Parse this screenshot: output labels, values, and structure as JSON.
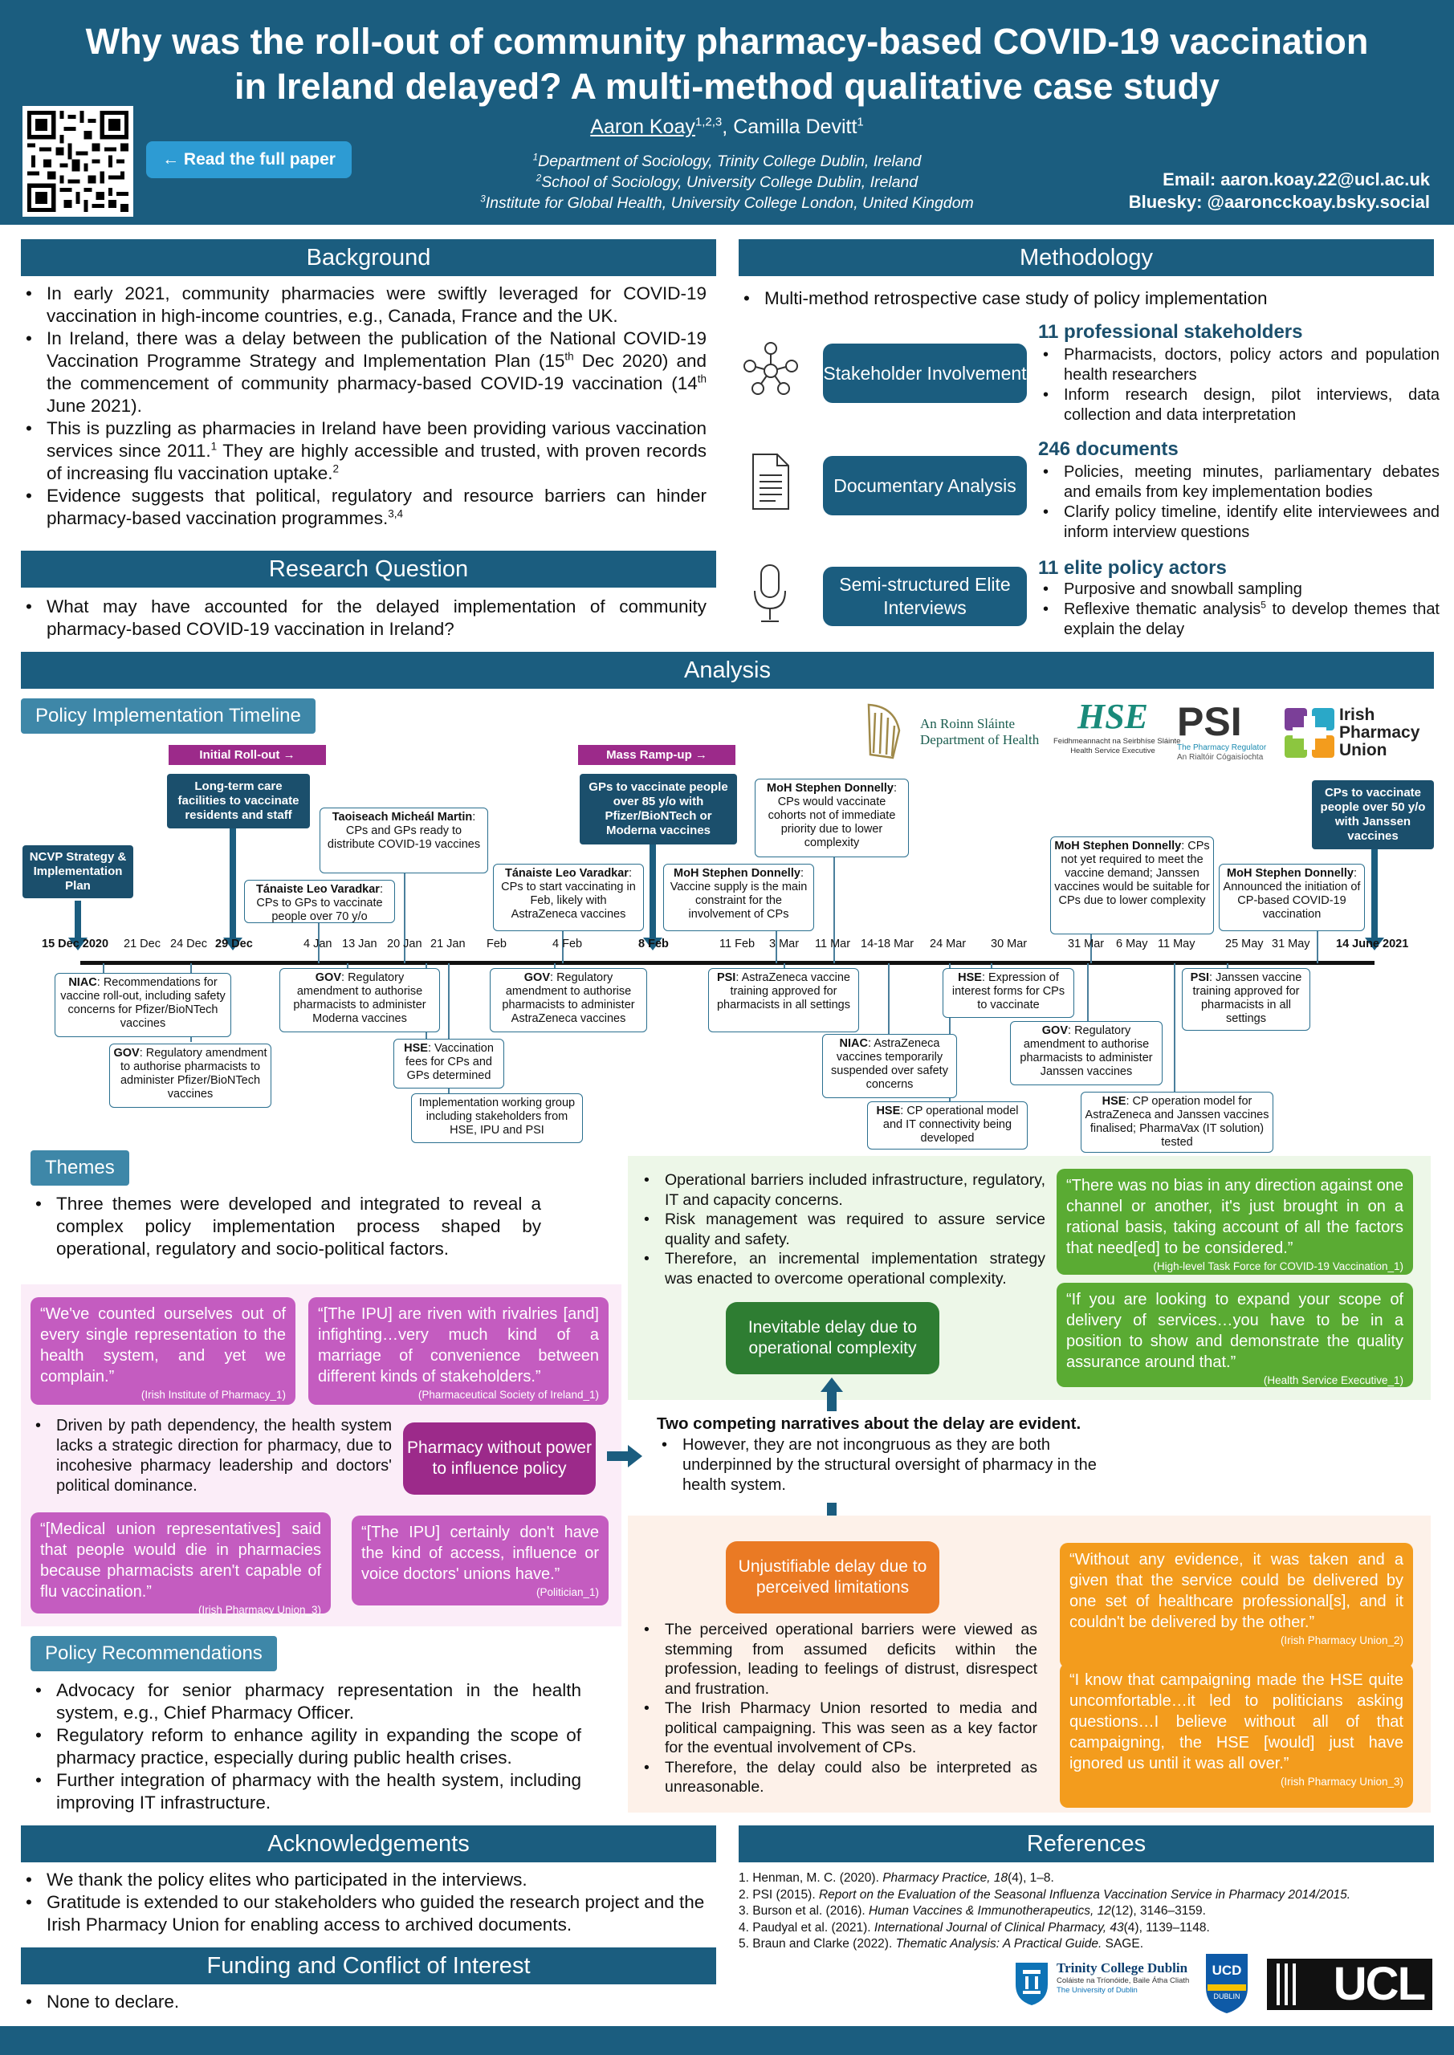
{
  "header": {
    "title_line1": "Why was the roll-out of community pharmacy-based COVID-19 vaccination",
    "title_line2": "in Ireland delayed? A multi-method qualitative case study",
    "read_button": "← Read the full paper",
    "author1": "Aaron Koay",
    "author1_sup": "1,2,3",
    "author2": "Camilla Devitt",
    "author2_sup": "1",
    "affil1": "Department of Sociology, Trinity College Dublin, Ireland",
    "affil2": "School of Sociology, University College Dublin, Ireland",
    "affil3": "Institute for Global Health, University College London, United Kingdom",
    "email": "Email: aaron.koay.22@ucl.ac.uk",
    "bluesky": "Bluesky: @aaroncckoay.bsky.social"
  },
  "background": {
    "heading": "Background",
    "b1": "In early 2021, community pharmacies were swiftly leveraged for COVID-19 vaccination in high-income countries, e.g., Canada, France and the UK.",
    "b2a": "In Ireland, there was a delay between the publication of the National COVID-19 Vaccination Programme Strategy and Implementation Plan (15",
    "b2b": " Dec 2020) and the commencement of community pharmacy-based COVID-19 vaccination (14",
    "b2c": " June 2021).",
    "th": "th",
    "b3a": "This is puzzling as pharmacies in Ireland have been providing various vaccination services since 2011.",
    "b3b": " They are highly accessible and trusted, with proven records of increasing flu vaccination uptake.",
    "s1": "1",
    "s2": "2",
    "b4": "Evidence suggests that political, regulatory and resource barriers can hinder pharmacy-based vaccination programmes.",
    "s34": "3,4"
  },
  "research_question": {
    "heading": "Research Question",
    "q": "What may have accounted for the delayed implementation of community pharmacy-based COVID-19 vaccination in Ireland?"
  },
  "methodology": {
    "heading": "Methodology",
    "intro": "Multi-method retrospective case study of policy implementation",
    "m1_pill": "Stakeholder Involvement",
    "m1_head": "11 professional stakeholders",
    "m1_b1": "Pharmacists, doctors, policy actors and population health researchers",
    "m1_b2": "Inform research design, pilot interviews, data collection and data interpretation",
    "m2_pill": "Documentary Analysis",
    "m2_head": "246 documents",
    "m2_b1": "Policies, meeting minutes, parliamentary debates and emails from key implementation bodies",
    "m2_b2": "Clarify policy timeline, identify elite interviewees and inform interview questions",
    "m3_pill": "Semi-structured Elite Interviews",
    "m3_head": "11 elite policy actors",
    "m3_b1": "Purposive and snowball sampling",
    "m3_b2a": "Reflexive thematic analysis",
    "m3_sup": "5",
    "m3_b2b": " to develop themes that explain the delay"
  },
  "analysis": {
    "heading": "Analysis",
    "timeline_tab": "Policy Implementation Timeline",
    "tag_initial": "Initial Roll-out →",
    "tag_mass": "Mass Ramp-up →",
    "logos": {
      "doh_line1": "An Roinn Sláinte",
      "doh_line2": "Department of Health",
      "hse_sub1": "Feidhmeannacht na Seirbhíse Sláinte",
      "hse_sub2": "Health Service Executive",
      "psi": "PSI",
      "psi_sub1": "The Pharmacy Regulator",
      "psi_sub2": "An Rialtóir Cógaisíochta",
      "ipu1": "Irish",
      "ipu2": "Pharmacy",
      "ipu3": "Union"
    },
    "dates": {
      "d1": "15 Dec 2020",
      "d2": "21 Dec",
      "d3": "24 Dec",
      "d4": "29 Dec",
      "d5": "4 Jan",
      "d6": "13 Jan",
      "d7": "20 Jan",
      "d8": "21 Jan",
      "d9": "Feb",
      "d10": "4 Feb",
      "d11": "8 Feb",
      "d12": "11 Feb",
      "d13": "3 Mar",
      "d14": "11 Mar",
      "d15": "14-18 Mar",
      "d16": "24 Mar",
      "d17": "30 Mar",
      "d18": "31 Mar",
      "d19": "6 May",
      "d20": "11 May",
      "d21": "25 May",
      "d22": "31 May",
      "d23": "14 June 2021"
    },
    "above": {
      "ncvp": "NCVP Strategy & Implementation Plan",
      "ltc": "Long-term care facilities to vaccinate residents and staff",
      "tv1_who": "Tánaiste Leo Varadkar",
      "tv1": ": CPs to GPs to vaccinate people over 70 y/o",
      "tm_who": "Taoiseach Micheál Martin",
      "tm": ": CPs and GPs ready to distribute COVID-19 vaccines",
      "tv2_who": "Tánaiste Leo Varadkar",
      "tv2": ": CPs to start vaccinating in Feb, likely with AstraZeneca vaccines",
      "gp85": "GPs to vaccinate people over 85 y/o with Pfizer/BioNTech or Moderna vaccines",
      "md1_who": "MoH Stephen Donnelly",
      "md1": ": Vaccine supply is the main constraint for the involvement of CPs",
      "md2_who": "MoH Stephen Donnelly",
      "md2": ": CPs would vaccinate cohorts not of immediate priority due to lower complexity",
      "md3_who": "MoH Stephen Donnelly",
      "md3": ": CPs not yet required to meet the vaccine demand; Janssen vaccines would be suitable for CPs due to lower complexity",
      "md4_who": "MoH Stephen Donnelly",
      "md4": ": Announced the initiation of CP-based COVID-19 vaccination",
      "cp50": "CPs to vaccinate people over 50 y/o with Janssen vaccines"
    },
    "below": {
      "niac1_who": "NIAC",
      "niac1": ": Recommendations for vaccine roll-out, including safety concerns for Pfizer/BioNTech vaccines",
      "gov1_who": "GOV",
      "gov1": ": Regulatory amendment to authorise pharmacists to administer Pfizer/BioNTech vaccines",
      "gov2_who": "GOV",
      "gov2": ": Regulatory amendment to authorise pharmacists to administer Moderna vaccines",
      "hse1_who": "HSE",
      "hse1": ": Vaccination fees for CPs and GPs determined",
      "iwg": "Implementation working group including stakeholders from HSE, IPU and PSI",
      "gov3_who": "GOV",
      "gov3": ": Regulatory amendment to authorise pharmacists to administer AstraZeneca vaccines",
      "psi1_who": "PSI",
      "psi1": ": AstraZeneca vaccine training approved for pharmacists in all settings",
      "niac2_who": "NIAC",
      "niac2": ": AstraZeneca vaccines temporarily suspended over safety concerns",
      "hse2_who": "HSE",
      "hse2": ": CP operational model and IT connectivity being developed",
      "hse3_who": "HSE",
      "hse3": ": Expression of interest forms for CPs to vaccinate",
      "gov4_who": "GOV",
      "gov4": ": Regulatory amendment to authorise pharmacists to administer Janssen vaccines",
      "hse4_who": "HSE",
      "hse4": ": CP operation model for AstraZeneca and Janssen vaccines finalised; PharmaVax (IT solution) tested",
      "psi2_who": "PSI",
      "psi2": ": Janssen vaccine training approved for pharmacists in all settings"
    }
  },
  "themes": {
    "tab": "Themes",
    "intro": "Three themes were developed and integrated to reveal a complex policy implementation process shaped by operational, regulatory and socio-political factors.",
    "op_b1": "Operational barriers included infrastructure, regulatory, IT and capacity concerns.",
    "op_b2": "Risk management was required to assure service quality and safety.",
    "op_b3": "Therefore, an incremental implementation strategy was enacted to overcome operational complexity.",
    "op_pill": "Inevitable delay due to operational complexity",
    "gq1": "“There was no bias in any direction against one channel or another, it's just brought in on a rational basis, taking account of all the factors that need[ed] to be considered.”",
    "gq1_src": "(High-level Task Force for COVID-19 Vaccination_1)",
    "gq2": "“If you are looking to expand your scope of delivery of services…you have to be in a position to show and demonstrate the quality assurance around that.”",
    "gq2_src": "(Health Service Executive_1)",
    "pq1": "“We've counted ourselves out of every single representation to the health system, and yet we complain.”",
    "pq1_src": "(Irish Institute of Pharmacy_1)",
    "pq2": "“[The IPU] are riven with rivalries [and] infighting…very much kind of a marriage of convenience between different kinds of stakeholders.”",
    "pq2_src": "(Pharmaceutical Society of Ireland_1)",
    "pd_text": "Driven by path dependency, the health system lacks a strategic direction for pharmacy, due to incohesive pharmacy leadership and doctors' political dominance.",
    "pd_pill": "Pharmacy without power to influence policy",
    "pq3": "“[Medical union representatives] said that people would die in pharmacies because pharmacists aren't capable of flu vaccination.”",
    "pq3_src": "(Irish Pharmacy Union_3)",
    "pq4": "“[The IPU] certainly don't have the kind of access, influence or voice doctors' unions have.”",
    "pq4_src": "(Politician_1)",
    "narr_head": "Two competing narratives about the delay are evident.",
    "narr_b1": "However, they are not incongruous as they are both underpinned by the structural oversight of pharmacy in the health system.",
    "un_pill": "Unjustifiable delay due to perceived limitations",
    "un_b1": "The perceived operational barriers were viewed as stemming from assumed deficits within the profession, leading to feelings of distrust, disrespect and frustration.",
    "un_b2": "The Irish Pharmacy Union resorted to media and political campaigning. This was seen as a key factor for the eventual involvement of CPs.",
    "un_b3": "Therefore, the delay could also be interpreted as unreasonable.",
    "oq1": "“Without any evidence, it was taken and a given that the service could be delivered by one set of healthcare professional[s], and it couldn't be delivered by the other.”",
    "oq1_src": "(Irish Pharmacy Union_2)",
    "oq2": "“I know that campaigning made the HSE quite uncomfortable…it led to politicians asking questions…I believe without all of that campaigning, the HSE [would] just have ignored us until it was all over.”",
    "oq2_src": "(Irish Pharmacy Union_3)"
  },
  "policy_recommendations": {
    "tab": "Policy Recommendations",
    "r1": "Advocacy for senior pharmacy representation in the health system, e.g., Chief Pharmacy Officer.",
    "r2": "Regulatory reform to enhance agility in expanding the scope of pharmacy practice, especially during public health crises.",
    "r3": "Further integration of pharmacy with the health system, including improving IT infrastructure."
  },
  "acknowledgements": {
    "heading": "Acknowledgements",
    "a1": "We thank the policy elites who participated in the interviews.",
    "a2": "Gratitude is extended to our stakeholders who guided the research project and the Irish Pharmacy Union for enabling access to archived documents."
  },
  "funding": {
    "heading": "Funding and Conflict of Interest",
    "f1": "None to declare."
  },
  "references": {
    "heading": "References",
    "r1a": "1. Henman, M. C. (2020). ",
    "r1b": "Pharmacy Practice, 18",
    "r1c": "(4), 1–8.",
    "r2a": "2. PSI (2015). ",
    "r2b": "Report on the Evaluation of the Seasonal Influenza Vaccination Service in Pharmacy 2014/2015.",
    "r3a": "3. Burson et al. (2016). ",
    "r3b": "Human Vaccines & Immunotherapeutics, 12",
    "r3c": "(12), 3146–3159.",
    "r4a": "4. Paudyal et al. (2021). ",
    "r4b": "International Journal of Clinical Pharmacy, 43",
    "r4c": "(4), 1139–1148.",
    "r5a": "5. Braun and Clarke (2022). ",
    "r5b": "Thematic Analysis: A Practical Guide.",
    "r5c": " SAGE.",
    "tcd1": "Trinity College Dublin",
    "tcd2": "Coláiste na Tríonóide, Baile Átha Cliath",
    "tcd3": "The University of Dublin",
    "ucd1": "UCD",
    "ucd2": "DUBLIN",
    "ucl": "UCL"
  },
  "colors": {
    "primary": "#1b5d7f",
    "accent_blue": "#2d9bd3",
    "pink": "#c45cc0",
    "purple": "#9c2a8a",
    "green_dark": "#2e7d32",
    "green": "#5aab33",
    "orange": "#f39c1d",
    "orange_dark": "#ea7a24"
  }
}
